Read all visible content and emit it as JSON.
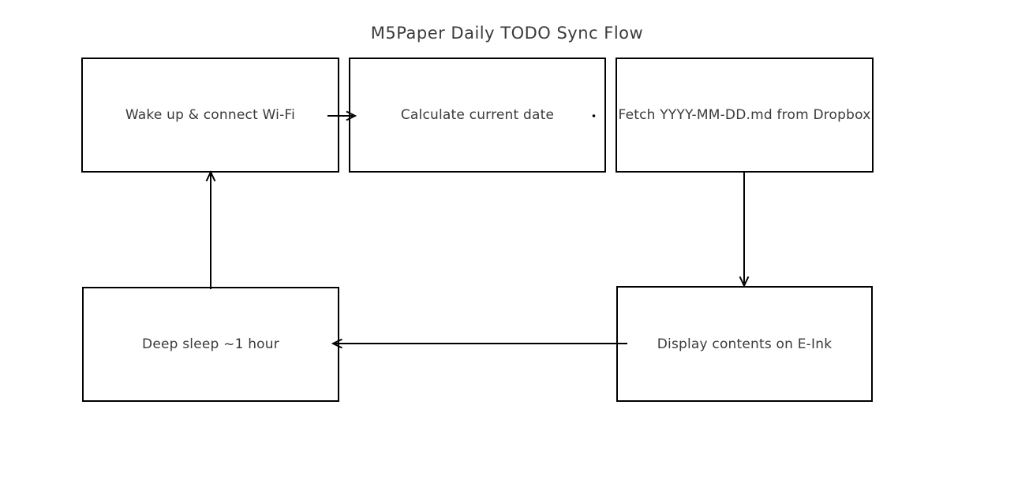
{
  "diagram": {
    "title": "M5Paper Daily TODO Sync Flow",
    "nodes": [
      {
        "id": "wake",
        "label": "Wake up & connect Wi-Fi"
      },
      {
        "id": "calc-date",
        "label": "Calculate current date"
      },
      {
        "id": "fetch",
        "label": "Fetch YYYY-MM-DD.md from Dropbox"
      },
      {
        "id": "display",
        "label": "Display contents on E-Ink"
      },
      {
        "id": "sleep",
        "label": "Deep sleep ~1 hour"
      }
    ],
    "edges": [
      {
        "from": "wake",
        "to": "calc-date",
        "direction": "right"
      },
      {
        "from": "calc-date",
        "to": "fetch",
        "direction": "right"
      },
      {
        "from": "fetch",
        "to": "display",
        "direction": "down"
      },
      {
        "from": "display",
        "to": "sleep",
        "direction": "left"
      },
      {
        "from": "sleep",
        "to": "wake",
        "direction": "up"
      }
    ],
    "colors": {
      "background": "#ffffff",
      "box_border": "#000000",
      "arrow": "#000000",
      "text": "#3a3a3a"
    }
  }
}
